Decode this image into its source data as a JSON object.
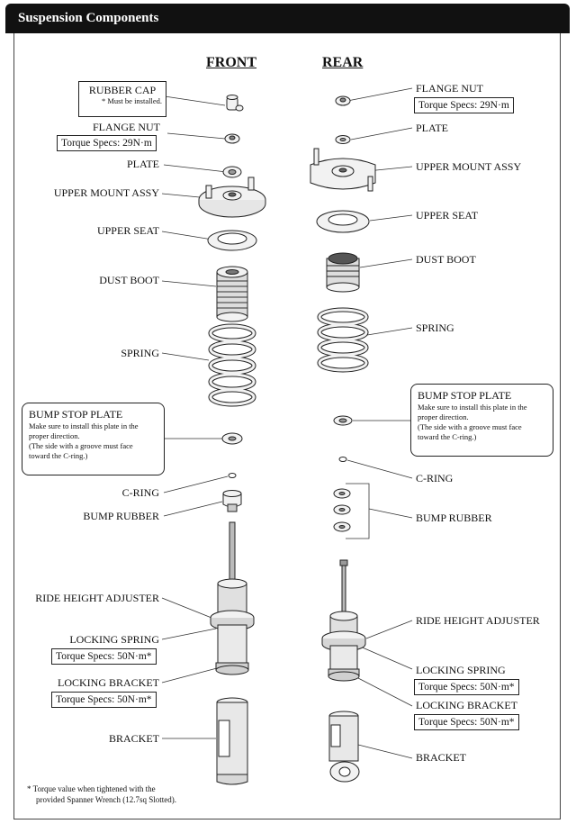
{
  "header": {
    "title": "Suspension Components"
  },
  "front": {
    "heading": "FRONT",
    "rubber_cap": {
      "label": "RUBBER CAP",
      "note": "* Must be installed."
    },
    "flange_nut": {
      "label": "FLANGE NUT",
      "torque": "Torque Specs: 29N·m"
    },
    "plate": "PLATE",
    "upper_mount": "UPPER MOUNT ASSY",
    "upper_seat": "UPPER SEAT",
    "dust_boot": "DUST BOOT",
    "spring": "SPRING",
    "bump_stop_plate": {
      "title": "BUMP STOP PLATE",
      "line1": "Make sure to install this plate in the",
      "line2": "proper direction.",
      "line3": "(The side with a groove must face",
      "line4": "toward the C-ring.)"
    },
    "c_ring": "C-RING",
    "bump_rubber": "BUMP RUBBER",
    "ride_height": "RIDE HEIGHT ADJUSTER",
    "locking_spring": {
      "label": "LOCKING SPRING",
      "torque": "Torque Specs: 50N·m*"
    },
    "locking_bracket": {
      "label": "LOCKING BRACKET",
      "torque": "Torque Specs: 50N·m*"
    },
    "bracket": "BRACKET"
  },
  "rear": {
    "heading": "REAR",
    "flange_nut": {
      "label": "FLANGE NUT",
      "torque": "Torque Specs: 29N·m"
    },
    "plate": "PLATE",
    "upper_mount": "UPPER MOUNT ASSY",
    "upper_seat": "UPPER SEAT",
    "dust_boot": "DUST BOOT",
    "spring": "SPRING",
    "bump_stop_plate": {
      "title": "BUMP STOP PLATE",
      "line1": "Make sure to install this plate in the",
      "line2": "proper direction.",
      "line3": "(The side with a groove must face",
      "line4": "toward the C-ring.)"
    },
    "c_ring": "C-RING",
    "bump_rubber": "BUMP RUBBER",
    "ride_height": "RIDE HEIGHT ADJUSTER",
    "locking_spring": {
      "label": "LOCKING SPRING",
      "torque": "Torque Specs: 50N·m*"
    },
    "locking_bracket": {
      "label": "LOCKING BRACKET",
      "torque": "Torque Specs: 50N·m*"
    },
    "bracket": "BRACKET"
  },
  "footnote": {
    "line1": "* Torque value when tightened with the",
    "line2": "provided Spanner Wrench (12.7sq Slotted)."
  }
}
